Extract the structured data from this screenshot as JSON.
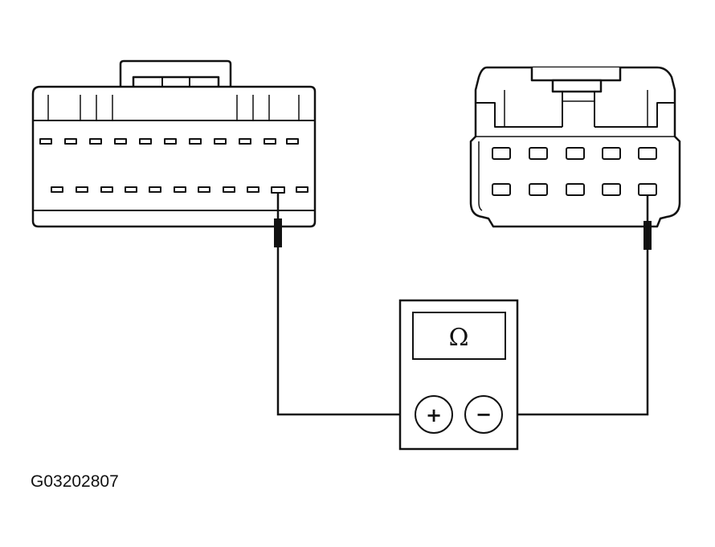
{
  "diagram": {
    "figure_id": "G03202807",
    "meter": {
      "display_symbol": "Ω",
      "positive_jack_label": "+",
      "negative_jack_label": "−"
    },
    "left_connector": {
      "top_row_terminal_count": 11,
      "bottom_row_terminal_count": 11
    },
    "right_connector": {
      "top_row_terminal_count": 5,
      "bottom_row_terminal_count": 5
    }
  }
}
